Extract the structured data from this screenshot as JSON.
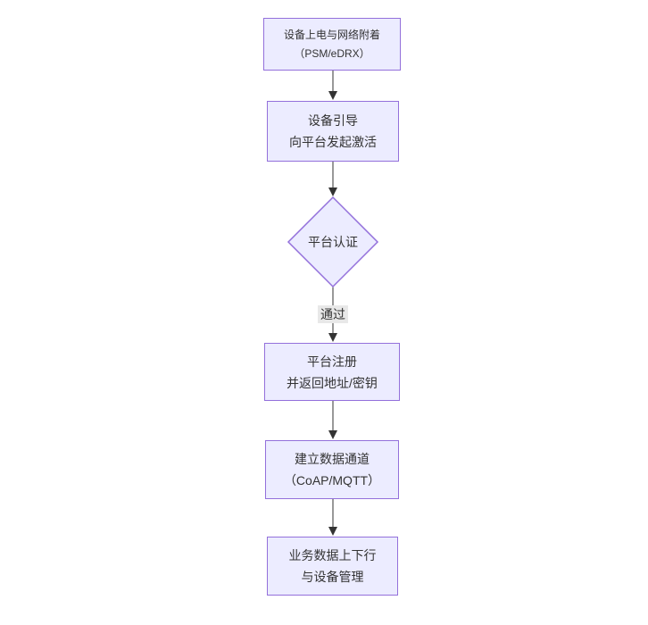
{
  "diagram": {
    "type": "flowchart",
    "direction": "top-down",
    "colors": {
      "background": "#ffffff",
      "node_fill": "#ececff",
      "node_border": "#9370db",
      "node_text": "#333333",
      "edge_stroke": "#333333",
      "edge_label_bg": "#e8e8e8",
      "edge_label_text": "#333333"
    },
    "nodes": [
      {
        "id": "A",
        "shape": "rect",
        "lines": [
          "设备上电与网络附着",
          "（PSM/eDRX）"
        ]
      },
      {
        "id": "B",
        "shape": "rect",
        "lines": [
          "设备引导",
          "向平台发起激活"
        ]
      },
      {
        "id": "C",
        "shape": "diamond",
        "lines": [
          "平台认证"
        ]
      },
      {
        "id": "D",
        "shape": "rect",
        "lines": [
          "平台注册",
          "并返回地址/密钥"
        ]
      },
      {
        "id": "E",
        "shape": "rect",
        "lines": [
          "建立数据通道",
          "（CoAP/MQTT）"
        ]
      },
      {
        "id": "F",
        "shape": "rect",
        "lines": [
          "业务数据上下行",
          "与设备管理"
        ]
      }
    ],
    "edges": [
      {
        "from": "A",
        "to": "B",
        "label": ""
      },
      {
        "from": "B",
        "to": "C",
        "label": ""
      },
      {
        "from": "C",
        "to": "D",
        "label": "通过"
      },
      {
        "from": "D",
        "to": "E",
        "label": ""
      },
      {
        "from": "E",
        "to": "F",
        "label": ""
      }
    ]
  }
}
